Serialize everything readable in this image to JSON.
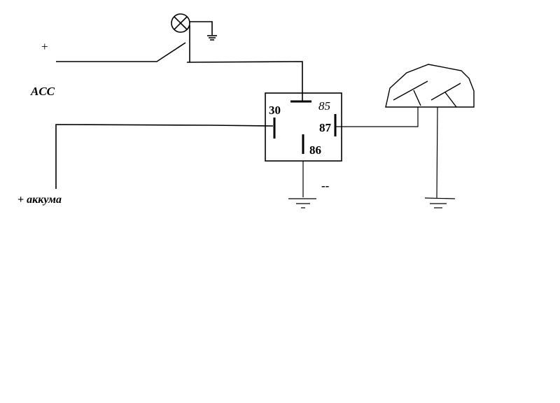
{
  "labels": {
    "acc_plus": "+",
    "acc": "ACC",
    "battery": "+ аккума",
    "pin_30": "30",
    "pin_85": "85",
    "pin_87": "87",
    "pin_86": "86",
    "minus": "--"
  },
  "colors": {
    "line": "#000000",
    "background": "#ffffff"
  }
}
